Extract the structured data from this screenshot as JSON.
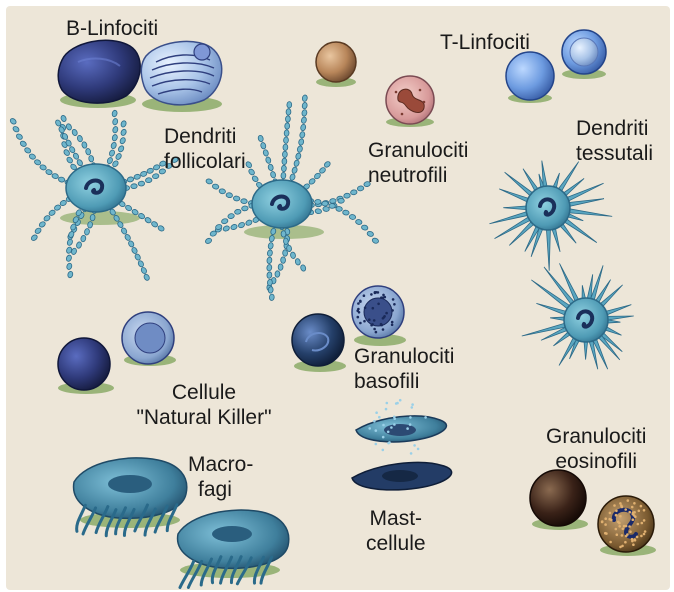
{
  "diagram": {
    "background_color": "#ede6d8",
    "cell_colors": {
      "lymphocyte_dark": "#2f3a7a",
      "lymphocyte_light": "#a9c4e8",
      "dendritic": "#4f9bb5",
      "neutrophil": "#d89a9a",
      "basophil": "#25406a",
      "mast": "#2c4a73",
      "eosinophil": "#3a2218",
      "macrophage": "#3f7f9c",
      "shadow": "#7da35a"
    },
    "labels": {
      "b_lymph": "B-Linfociti",
      "t_lymph": "T-Linfociti",
      "follicular_1": "Dendriti",
      "follicular_2": "follicolari",
      "neutro_1": "Granulociti",
      "neutro_2": "neutrofili",
      "tissue_1": "Dendriti",
      "tissue_2": "tessutali",
      "nk_1": "Cellule",
      "nk_2": "\"Natural Killer\"",
      "baso_1": "Granulociti",
      "baso_2": "basofili",
      "macro_1": "Macro-",
      "macro_2": "fagi",
      "eosino_1": "Granulociti",
      "eosino_2": "eosinofili",
      "mast_1": "Mast-",
      "mast_2": "cellule"
    }
  }
}
